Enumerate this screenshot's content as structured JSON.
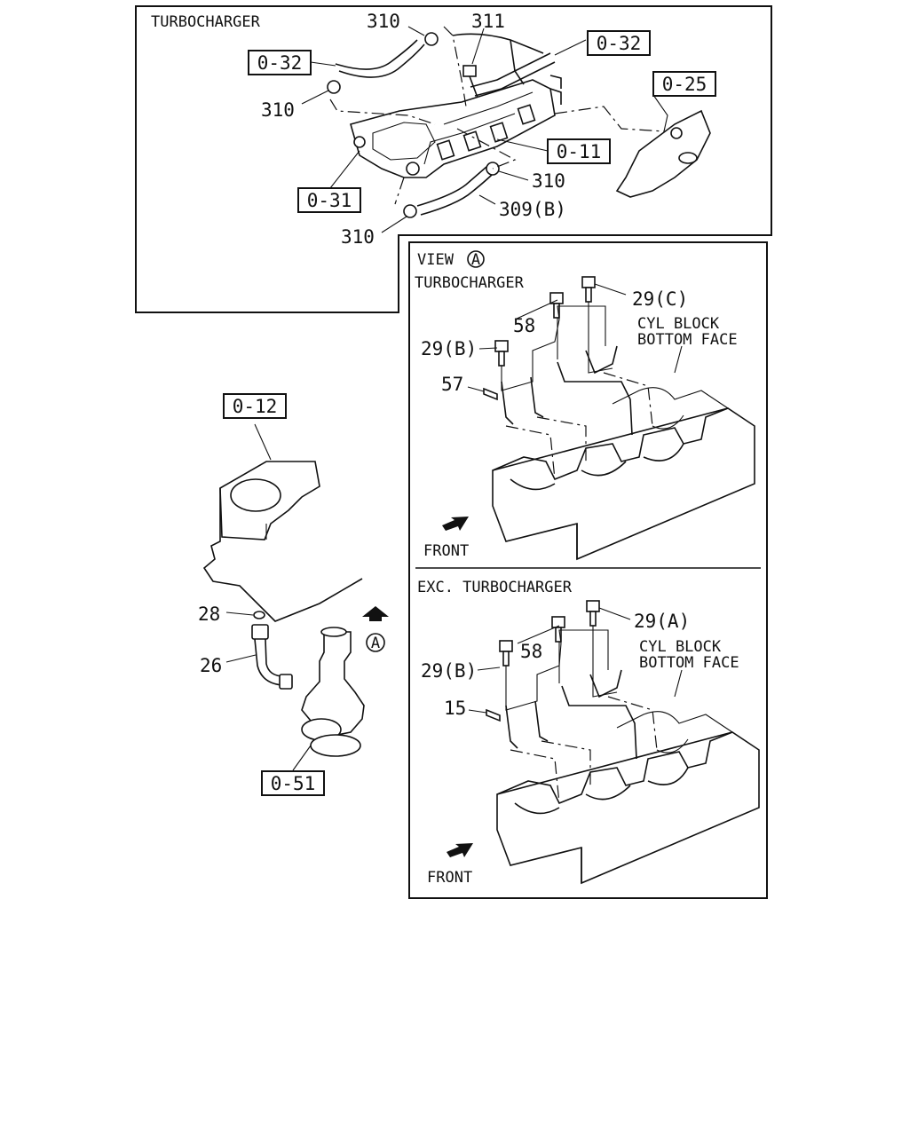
{
  "turbo_panel": {
    "title": "TURBOCHARGER",
    "refs": {
      "r1": "0-32",
      "r2": "0-32",
      "r3": "0-25",
      "r4": "0-11",
      "r5": "0-31"
    },
    "callouts": {
      "c310a": "310",
      "c311": "311",
      "c310b": "310",
      "c310c": "310",
      "c309b": "309(B)",
      "c310d": "310"
    }
  },
  "left_panel": {
    "refs": {
      "r1": "0-12",
      "r2": "0-51"
    },
    "callouts": {
      "c28": "28",
      "c26": "26",
      "viewA": "A"
    }
  },
  "view_panel": {
    "heading": "VIEW",
    "heading_marker": "A",
    "title": "TURBOCHARGER",
    "front": "FRONT",
    "cyl_line1": "CYL BLOCK",
    "cyl_line2": "BOTTOM FACE",
    "callouts": {
      "c29c": "29(C)",
      "c58": "58",
      "c29b": "29(B)",
      "c57": "57"
    }
  },
  "exc_panel": {
    "title": "EXC. TURBOCHARGER",
    "front": "FRONT",
    "cyl_line1": "CYL BLOCK",
    "cyl_line2": "BOTTOM FACE",
    "callouts": {
      "c29a": "29(A)",
      "c58": "58",
      "c29b": "29(B)",
      "c15": "15"
    }
  }
}
